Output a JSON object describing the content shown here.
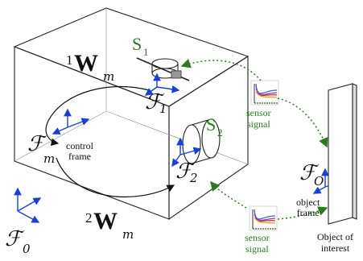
{
  "diagram": {
    "weight_top": {
      "sup": "1",
      "main": "W",
      "sub": "m"
    },
    "weight_bottom": {
      "sup": "2",
      "main": "W",
      "sub": "m"
    },
    "frame_control": {
      "main": "ℱ",
      "sub": "m",
      "label": "control\nframe"
    },
    "frame_1": {
      "main": "ℱ",
      "sub": "1"
    },
    "frame_2": {
      "main": "ℱ",
      "sub": "2"
    },
    "frame_0": {
      "main": "ℱ",
      "sub": "0"
    },
    "frame_object": {
      "main": "ℱ",
      "sub": "O",
      "label": "object\nframe"
    },
    "sensor_1": {
      "main": "S",
      "sub": "1"
    },
    "sensor_2": {
      "main": "S",
      "sub": "2"
    },
    "sensor_signal_top": "sensor\nsignal",
    "sensor_signal_bottom": "sensor\nsignal",
    "object_label": "Object of\ninterest"
  },
  "colors": {
    "axis_blue": "#1a3fd6",
    "green": "#2b7a1f",
    "box": "#222222"
  }
}
